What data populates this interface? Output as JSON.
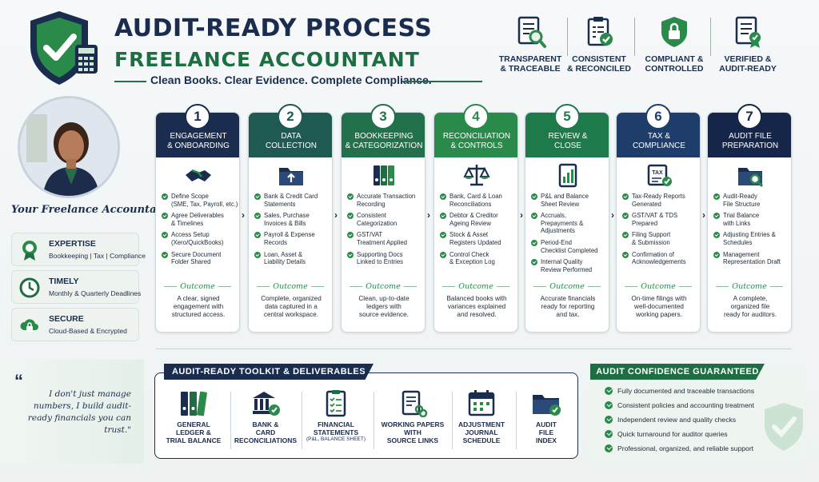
{
  "header": {
    "title": "AUDIT-READY PROCESS",
    "subtitle": "FREELANCE ACCOUNTANT",
    "tagline": "Clean Books. Clear Evidence. Complete Compliance."
  },
  "features": [
    {
      "label": "TRANSPARENT\n& TRACEABLE",
      "icon": "document-search-icon"
    },
    {
      "label": "CONSISTENT\n& RECONCILED",
      "icon": "clipboard-check-icon"
    },
    {
      "label": "COMPLIANT &\nCONTROLLED",
      "icon": "shield-lock-icon"
    },
    {
      "label": "VERIFIED &\nAUDIT-READY",
      "icon": "certificate-icon"
    }
  ],
  "profile": {
    "signature": "Your Freelance Accountant",
    "badges": [
      {
        "title": "EXPERTISE",
        "subtitle": "Bookkeeping | Tax | Compliance",
        "icon": "award-icon"
      },
      {
        "title": "TIMELY",
        "subtitle": "Monthly & Quarterly Deadlines",
        "icon": "clock-icon"
      },
      {
        "title": "SECURE",
        "subtitle": "Cloud-Based & Encrypted",
        "icon": "cloud-lock-icon"
      }
    ]
  },
  "quote": {
    "mark": "“",
    "text": "I don't just manage numbers, I build audit-ready financials you can trust.\""
  },
  "outcome_label": "Outcome",
  "steps": [
    {
      "num": "1",
      "title": "ENGAGEMENT\n& ONBOARDING",
      "color": "#1b2d4f",
      "icon": "handshake-icon",
      "items": [
        "Define Scope\n(SME, Tax, Payroll, etc.)",
        "Agree Deliverables\n& Timelines",
        "Access Setup\n(Xero/QuickBooks)",
        "Secure Document\nFolder Shared"
      ],
      "outcome": "A clear, signed\nengagement with\nstructured access."
    },
    {
      "num": "2",
      "title": "DATA\nCOLLECTION",
      "color": "#1e5a52",
      "icon": "folder-upload-icon",
      "items": [
        "Bank & Credit Card\nStatements",
        "Sales, Purchase\nInvoices & Bills",
        "Payroll & Expense\nRecords",
        "Loan, Asset &\nLiability Details"
      ],
      "outcome": "Complete, organized\ndata captured in a\ncentral workspace."
    },
    {
      "num": "3",
      "title": "BOOKKEEPING\n& CATEGORIZATION",
      "color": "#23714a",
      "icon": "binders-icon",
      "items": [
        "Accurate Transaction\nRecording",
        "Consistent\nCategorization",
        "GST/VAT\nTreatment Applied",
        "Supporting Docs\nLinked to Entries"
      ],
      "outcome": "Clean, up-to-date\nledgers with\nsource evidence."
    },
    {
      "num": "4",
      "title": "RECONCILIATION\n& CONTROLS",
      "color": "#2a8a4a",
      "icon": "scale-icon",
      "items": [
        "Bank, Card & Loan\nReconciliations",
        "Debtor & Creditor\nAgeing Review",
        "Stock & Asset\nRegisters Updated",
        "Control Check\n& Exception Log"
      ],
      "outcome": "Balanced books with\nvariances explained\nand resolved."
    },
    {
      "num": "5",
      "title": "REVIEW &\nCLOSE",
      "color": "#1f7a4b",
      "icon": "report-chart-icon",
      "items": [
        "P&L and Balance\nSheet Review",
        "Accruals,\nPrepayments &\nAdjustments",
        "Period-End\nChecklist Completed",
        "Internal Quality\nReview Performed"
      ],
      "outcome": "Accurate financials\nready for reporting\nand tax."
    },
    {
      "num": "6",
      "title": "TAX &\nCOMPLIANCE",
      "color": "#1e3d6a",
      "icon": "tax-document-icon",
      "items": [
        "Tax-Ready Reports\nGenerated",
        "GST/VAT & TDS\nPrepared",
        "Filing Support\n& Submission",
        "Confirmation of\nAcknowledgements"
      ],
      "outcome": "On-time filings with\nwell-documented\nworking papers."
    },
    {
      "num": "7",
      "title": "AUDIT FILE\nPREPARATION",
      "color": "#16264a",
      "icon": "folder-search-icon",
      "items": [
        "Audit-Ready\nFile Structure",
        "Trial Balance\nwith Links",
        "Adjusting Entries &\nSchedules",
        "Management\nRepresentation Draft"
      ],
      "outcome": "A complete,\norganized file\nready for auditors."
    }
  ],
  "toolkit": {
    "banner": "AUDIT-READY TOOLKIT & DELIVERABLES",
    "items": [
      {
        "label": "GENERAL\nLEDGER &\nTRIAL BALANCE",
        "sub": "",
        "icon": "ledger-binders-icon"
      },
      {
        "label": "BANK &\nCARD\nRECONCILIATIONS",
        "sub": "",
        "icon": "bank-check-icon"
      },
      {
        "label": "FINANCIAL\nSTATEMENTS",
        "sub": "(P&L, BALANCE SHEET)",
        "icon": "clipboard-statement-icon"
      },
      {
        "label": "WORKING PAPERS\nWITH\nSOURCE LINKS",
        "sub": "",
        "icon": "linked-document-icon"
      },
      {
        "label": "ADJUSTMENT\nJOURNAL\nSCHEDULE",
        "sub": "",
        "icon": "calendar-icon"
      },
      {
        "label": "AUDIT\nFILE\nINDEX",
        "sub": "",
        "icon": "folder-check-icon"
      }
    ]
  },
  "confidence": {
    "banner": "AUDIT CONFIDENCE GUARANTEED",
    "items": [
      "Fully documented and traceable transactions",
      "Consistent policies and accounting treatment",
      "Independent review and quality checks",
      "Quick turnaround for auditor queries",
      "Professional, organized, and reliable support"
    ]
  },
  "colors": {
    "navy": "#1b2d4f",
    "green": "#1f6e43",
    "check": "#2b8a4a"
  }
}
